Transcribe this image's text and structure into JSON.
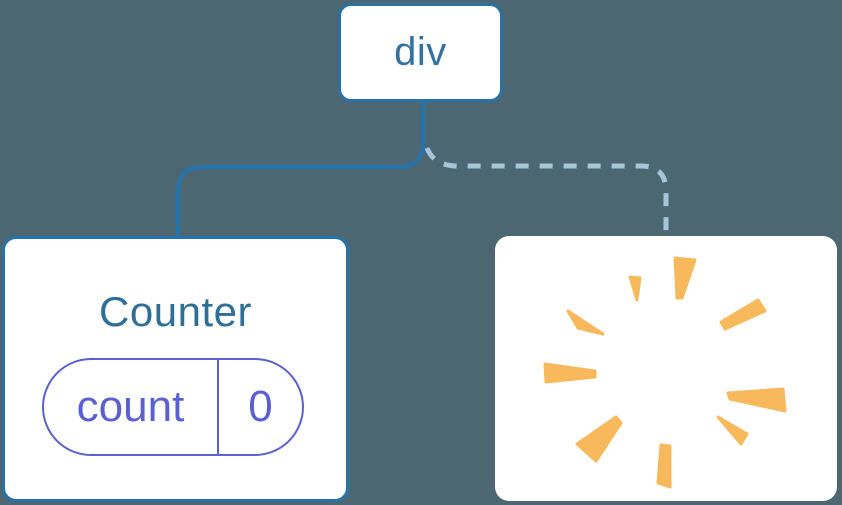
{
  "diagram": {
    "root": {
      "label": "div"
    },
    "counter": {
      "title": "Counter",
      "state_key": "count",
      "state_value": "0"
    },
    "removed": {
      "icon": "poof-icon"
    }
  },
  "icons": {
    "poof": "poof-icon"
  },
  "colors": {
    "background": "#4c6771",
    "node_border_blue": "#2772a7",
    "node_text_blue": "#35719f",
    "counter_title_blue": "#2e6f97",
    "state_purple": "#5a5fd1",
    "dashed_connector": "#a5c6da",
    "poof_orange": "#f8b85c",
    "card_background": "#ffffff"
  }
}
